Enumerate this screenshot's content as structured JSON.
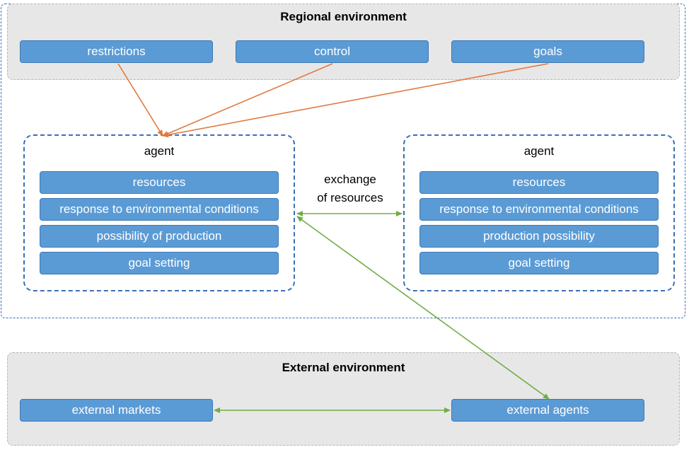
{
  "regional": {
    "title": "Regional environment",
    "items": [
      "restrictions",
      "control",
      "goals"
    ]
  },
  "agents": [
    {
      "title": "agent",
      "items": [
        "resources",
        "response to environmental conditions",
        "possibility of production",
        "goal setting"
      ]
    },
    {
      "title": "agent",
      "items": [
        "resources",
        "response to environmental conditions",
        "production possibility",
        "goal setting"
      ]
    }
  ],
  "exchange": {
    "line1": "exchange",
    "line2": "of resources"
  },
  "external": {
    "title": "External environment",
    "items": [
      "external markets",
      "external agents"
    ]
  },
  "colors": {
    "box_fill": "#5b9bd5",
    "influence_arrow": "#e07b3f",
    "exchange_arrow": "#70ad47",
    "dashed_border": "#3a6fb5",
    "band_fill": "#e7e7e7"
  }
}
